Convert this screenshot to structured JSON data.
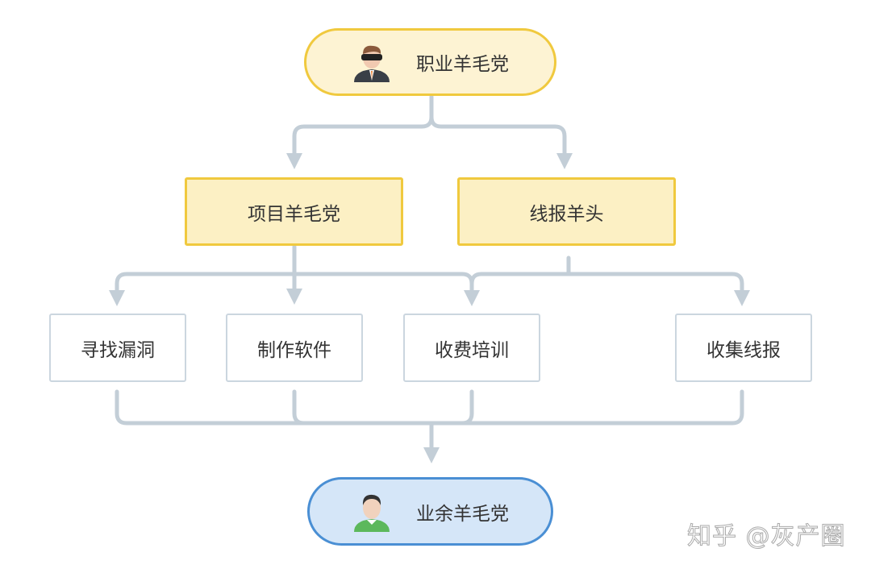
{
  "nodes": {
    "top": "职业羊毛党",
    "mid_left": "项目羊毛党",
    "mid_right": "线报羊头",
    "leaf1": "寻找漏洞",
    "leaf2": "制作软件",
    "leaf3": "收费培训",
    "leaf4": "收集线报",
    "bottom": "业余羊毛党"
  },
  "watermark": "知乎 @灰产圈",
  "colors": {
    "yellow_border": "#f0c93e",
    "blue_border": "#4a8fd4",
    "line": "#c3ced7"
  }
}
